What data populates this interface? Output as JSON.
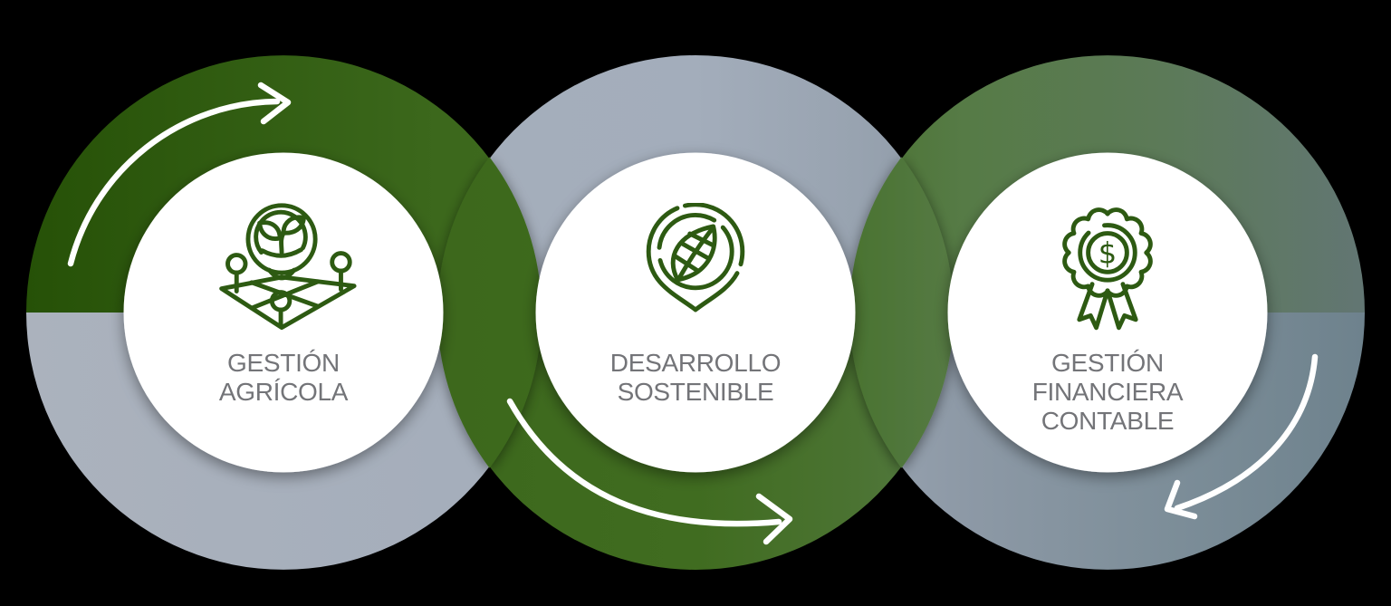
{
  "diagram": {
    "type": "process-cycle-infographic",
    "steps": [
      {
        "id": 1,
        "label_line1": "GESTIÓN",
        "label_line2": "AGRÍCOLA",
        "icon": "farm-map-pin-icon",
        "ribbon_color_top": "green",
        "ribbon_color_bottom": "gray"
      },
      {
        "id": 2,
        "label_line1": "DESARROLLO",
        "label_line2": "SOSTENIBLE",
        "icon": "leaf-pin-icon",
        "ribbon_color_top": "gray",
        "ribbon_color_bottom": "green"
      },
      {
        "id": 3,
        "label_line1": "GESTIÓN",
        "label_line2": "FINANCIERA",
        "label_line3": "CONTABLE",
        "icon": "award-dollar-icon",
        "ribbon_color_top": "sage-green",
        "ribbon_color_bottom": "slate-gray"
      }
    ],
    "flow_arrows": [
      "arrow-clockwise-top-of-ring-1",
      "arrow-rightward-bottom-of-ring-2",
      "arrow-downward-right-of-ring-3"
    ],
    "dollar_glyph": "$"
  },
  "palette": {
    "background": "#000000",
    "green_dark": "#265107",
    "green_mid": "#406c20",
    "green_sage": "#567b46",
    "green_gray_end": "#627673",
    "gray_light": "#abb2bd",
    "gray_mid": "#8d99a6",
    "gray_slate": "#6e828d",
    "circle_fill": "#ffffff",
    "icon_stroke": "#2d5a12",
    "label_color": "#737478",
    "arrow_color": "#ffffff"
  }
}
